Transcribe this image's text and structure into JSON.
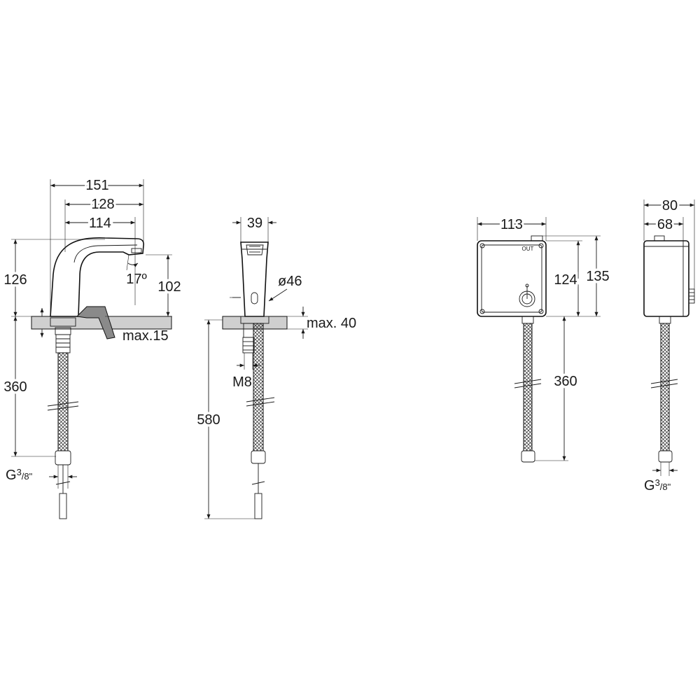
{
  "dimensions": {
    "faucet_side": {
      "width_total": "151",
      "width_mid": "128",
      "width_reach": "114",
      "height_total": "126",
      "height_outlet": "102",
      "angle": "17º",
      "deck_thickness": "max.15",
      "hose_length": "360",
      "connection_prefix": "G",
      "connection_num": "3",
      "connection_den": "/8\""
    },
    "faucet_front": {
      "width": "39",
      "base_diameter": "ø46",
      "deck_thickness": "max. 40",
      "thread": "M8",
      "cable_length": "580"
    },
    "control_box_front": {
      "width": "113",
      "height_body": "124",
      "height_total": "135",
      "hose_length": "360",
      "label_out": "OUT"
    },
    "control_box_side": {
      "depth_total": "80",
      "depth_body": "68",
      "connection_prefix": "G",
      "connection_num": "3",
      "connection_den": "/8\""
    }
  },
  "colors": {
    "line": "#1a1a1a",
    "deck_fill": "#cfcfcf",
    "body_fill": "#ffffff"
  }
}
